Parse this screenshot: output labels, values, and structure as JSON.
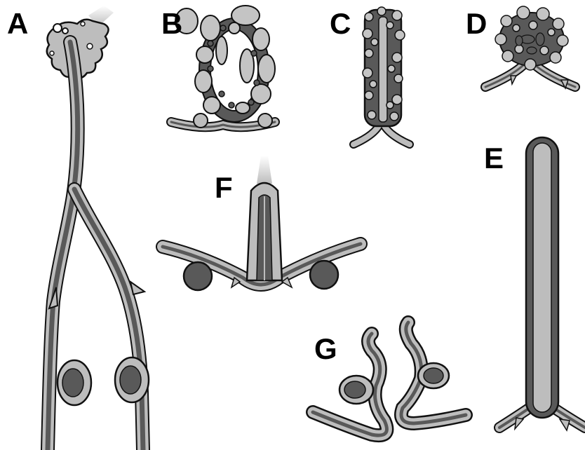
{
  "labels": {
    "A": "A",
    "B": "B",
    "C": "C",
    "D": "D",
    "E": "E",
    "F": "F",
    "G": "G"
  },
  "colors": {
    "outline": "#111111",
    "wall_light": "#bdbdbd",
    "core_dark": "#595959",
    "bubble_light": "#c4c4c4",
    "bubble_dark": "#5a5a5a",
    "background": "#ffffff"
  }
}
